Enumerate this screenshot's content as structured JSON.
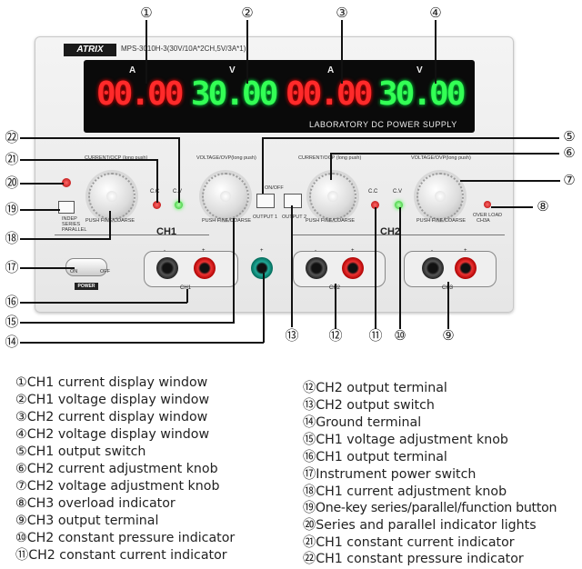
{
  "panel": {
    "brand": "ATRIX",
    "model": "MPS-3010H-3(30V/10A*2CH,5V/3A*1)",
    "units": [
      "A",
      "V",
      "A",
      "V"
    ],
    "readings": [
      "00.00",
      "30.00",
      "00.00",
      "30.00"
    ],
    "subtitle": "LABORATORY DC POWER SUPPLY",
    "ch1_current_label": "CURRENT/OCP (long push)",
    "ch1_voltage_label": "VOLTAGE/OVP(long push)",
    "ch2_current_label": "CURRENT/OCP (long push)",
    "ch2_voltage_label": "VOLTAGE/OVP(long push)",
    "push_fine_coarse": "PUSH FINE/COARSE",
    "cc": "C.C",
    "cv": "C.V",
    "on_off": "ON/OFF",
    "output1": "OUTPUT 1",
    "output2": "OUTPUT 2",
    "indep": "INDEP",
    "series": "SERIES",
    "parallel": "PARALLEL",
    "ch1": "CH1",
    "ch2": "CH2",
    "ch3": "CH3",
    "minus": "-",
    "plus": "+",
    "overload": "OVER LOAD",
    "overload2": "CH3A",
    "on": "ON",
    "off": "OFF",
    "power": "POWER"
  },
  "callouts": [
    "①",
    "②",
    "③",
    "④",
    "⑤",
    "⑥",
    "⑦",
    "⑧",
    "⑨",
    "⑩",
    "⑪",
    "⑫",
    "⑬",
    "⑭",
    "⑮",
    "⑯",
    "⑰",
    "⑱",
    "⑲",
    "⑳",
    "㉑",
    "㉒"
  ],
  "legend": {
    "left": [
      "①CH1 current display window",
      "②CH1 voltage display window",
      "③CH2 current display window",
      "④CH2 voltage display window",
      "⑤CH1 output switch",
      "⑥CH2 current adjustment knob",
      "⑦CH2 voltage adjustment knob",
      "⑧CH3 overload indicator",
      "⑨CH3 output terminal",
      "⑩CH2 constant pressure indicator",
      "⑪CH2 constant current indicator"
    ],
    "right": [
      "⑫CH2 output terminal",
      "⑬CH2 output switch",
      "⑭Ground terminal",
      "⑮CH1 voltage adjustment knob",
      "⑯CH1 output terminal",
      "⑰Instrument power switch",
      "⑱CH1 current adjustment knob",
      "⑲One-key series/parallel/function button",
      "⑳Series and parallel indicator lights",
      "㉑CH1 constant current indicator",
      "㉒CH1 constant pressure indicator"
    ]
  }
}
